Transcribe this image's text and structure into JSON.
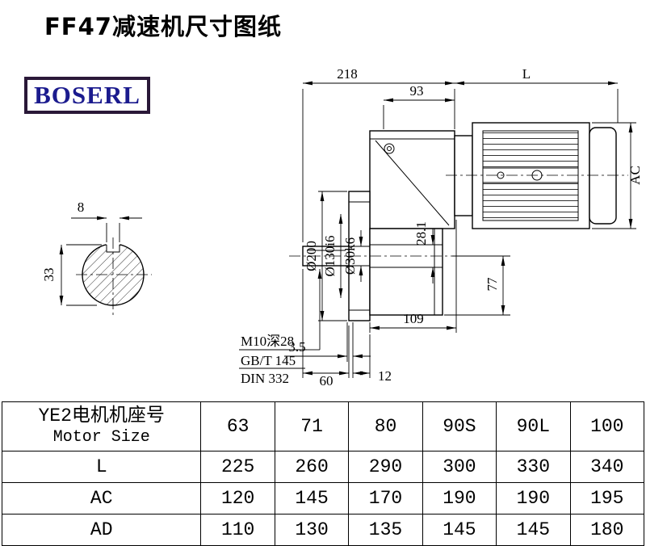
{
  "page": {
    "title": "FF47减速机尺寸图纸",
    "brand": "BOSERL"
  },
  "drawing": {
    "dims": {
      "top_width": "218",
      "motor_length": "L",
      "top_inner": "93",
      "motor_height": "AC",
      "key_width": "8",
      "shaft_section_height": "33",
      "flange_od": "Ø200",
      "spigot_d": "Ø130i6",
      "shaft_d": "Ø30k6",
      "key_depth": "28.1",
      "center_to_bottom": "77",
      "housing_length": "109",
      "tap_note": "M10深28",
      "tap_std1": "GB/T 145",
      "tap_std2": "DIN 332",
      "face_gap": "3.5",
      "shaft_length": "60",
      "flange_thickness": "12"
    }
  },
  "table": {
    "header_cn": "YE2电机机座号",
    "header_en": "Motor Size",
    "sizes": [
      "63",
      "71",
      "80",
      "90S",
      "90L",
      "100"
    ],
    "rows": [
      {
        "label": "L",
        "values": [
          "225",
          "260",
          "290",
          "300",
          "330",
          "340"
        ]
      },
      {
        "label": "AC",
        "values": [
          "120",
          "145",
          "170",
          "190",
          "190",
          "195"
        ]
      },
      {
        "label": "AD",
        "values": [
          "110",
          "130",
          "135",
          "145",
          "145",
          "180"
        ]
      }
    ]
  }
}
